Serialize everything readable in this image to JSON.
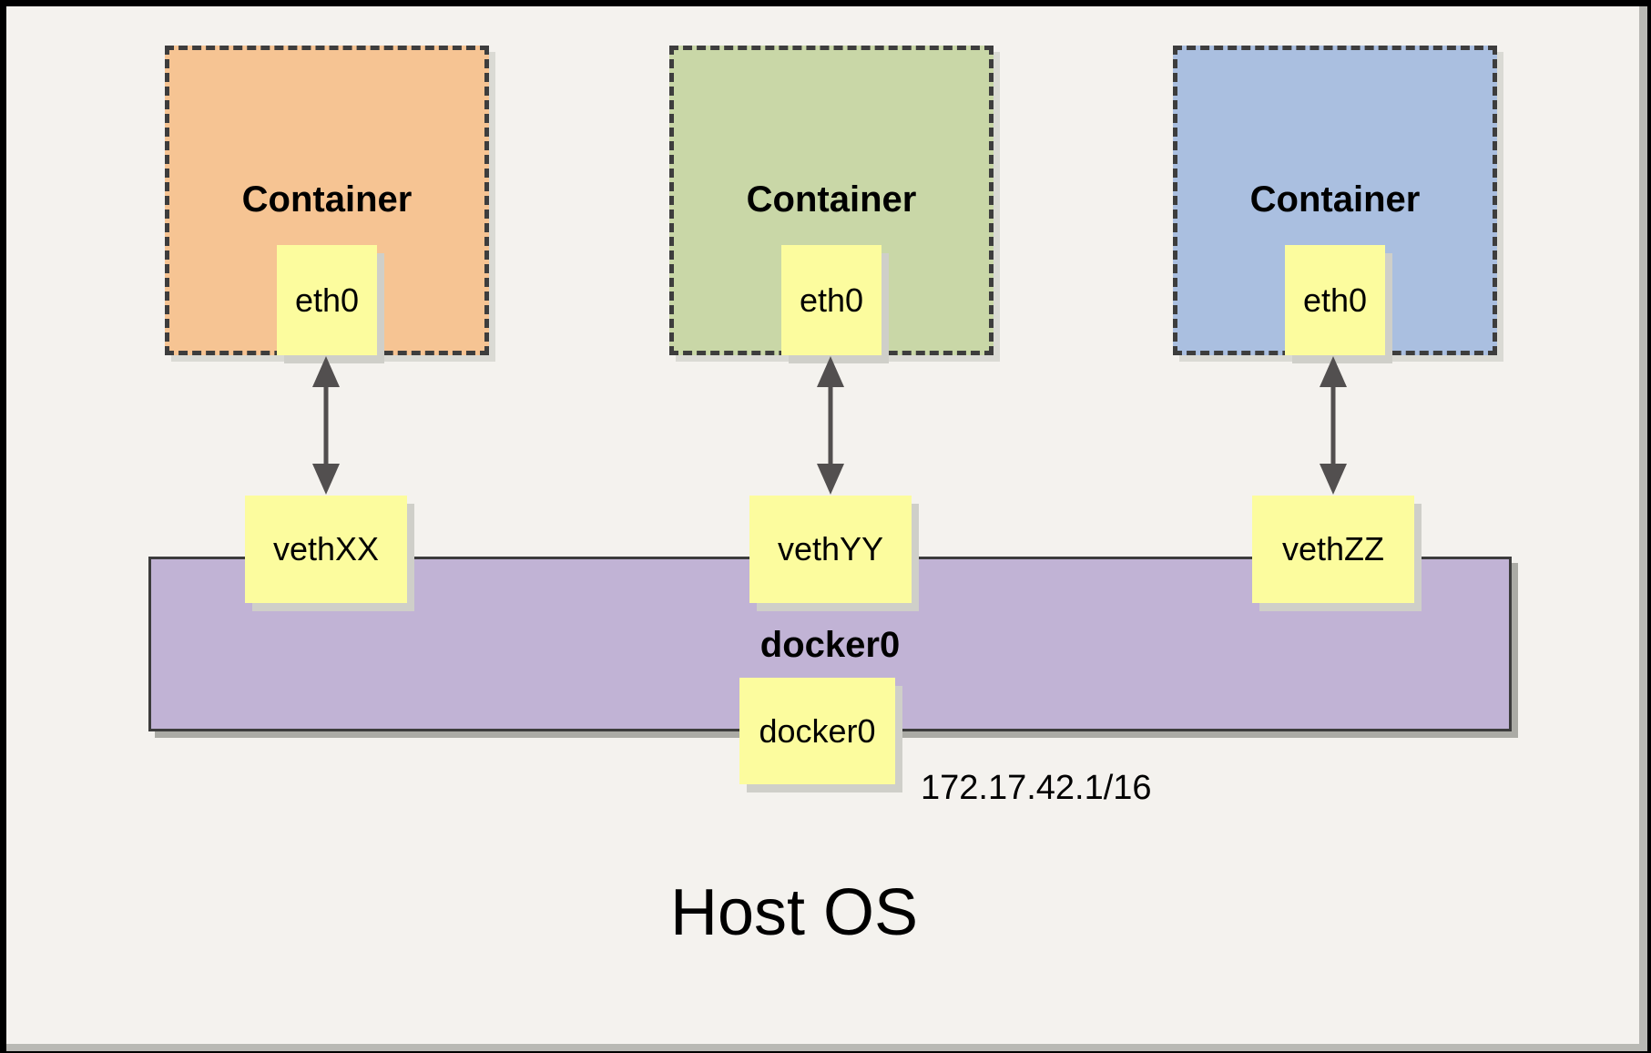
{
  "frame": {
    "frame_color": "#000000",
    "page_bg": "#F4F2EE",
    "page_shadow": "#B9B9B4"
  },
  "containers": [
    {
      "title": "Container",
      "fill": "#F6C493",
      "interface": "eth0",
      "veth": "vethXX"
    },
    {
      "title": "Container",
      "fill": "#C9D7A7",
      "interface": "eth0",
      "veth": "vethYY"
    },
    {
      "title": "Container",
      "fill": "#AABFE0",
      "interface": "eth0",
      "veth": "vethZZ"
    }
  ],
  "bridge": {
    "label": "docker0",
    "interface_box": "docker0",
    "ip_address": "172.17.42.1/16",
    "fill": "#C1B3D5"
  },
  "host": {
    "label": "Host OS"
  },
  "accents": {
    "note_fill": "#FCFC9E",
    "dashed_border": "#3D3D3D",
    "arrow_color": "#524F4F"
  }
}
